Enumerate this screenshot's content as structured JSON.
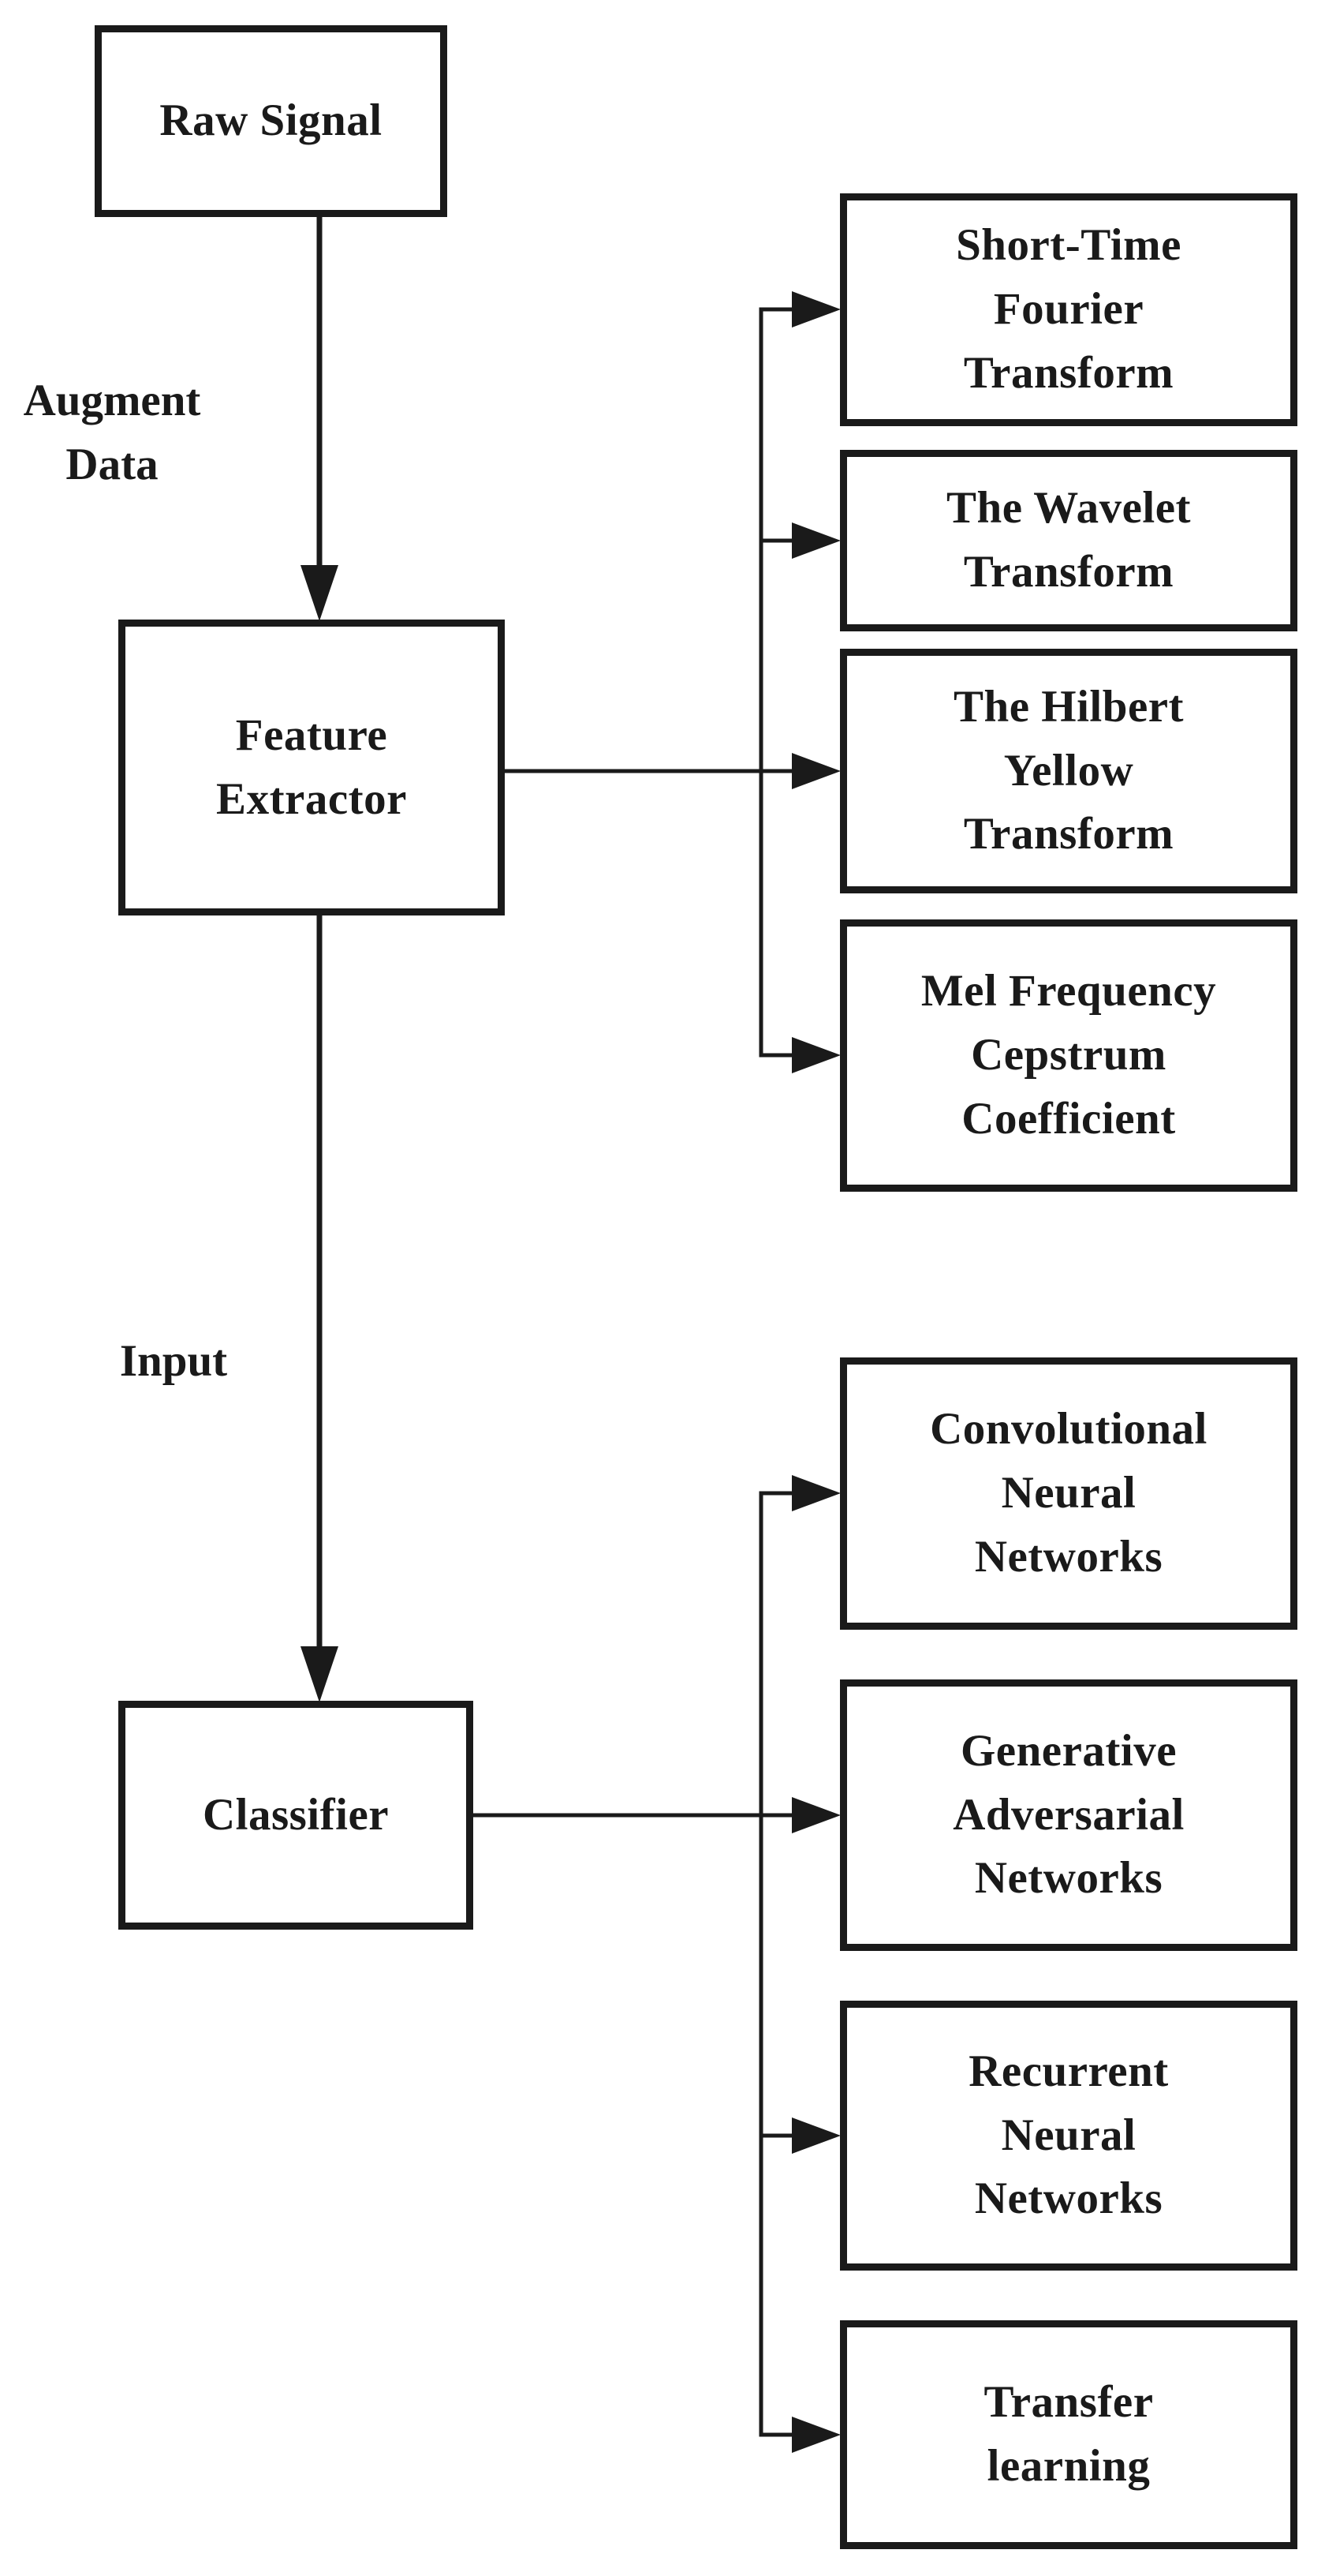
{
  "figure": {
    "colors": {
      "ink": "#1a1a1a",
      "paper": "#ffffff"
    },
    "nodes": {
      "raw_signal": "Raw Signal",
      "feature_extractor": "Feature\nExtractor",
      "classifier": "Classifier",
      "stft": "Short-Time\nFourier\nTransform",
      "wavelet": "The Wavelet\nTransform",
      "hilbert": "The Hilbert\nYellow\nTransform",
      "mel": "Mel Frequency\nCepstrum\nCoefficient",
      "cnn": "Convolutional\nNeural\nNetworks",
      "gan": "Generative\nAdversarial\nNetworks",
      "rnn": "Recurrent\nNeural\nNetworks",
      "transfer": "Transfer\nlearning"
    },
    "edge_labels": {
      "augment": "Augment\nData",
      "input": "Input"
    },
    "edges": [
      {
        "from": "Raw Signal",
        "to": "Feature Extractor",
        "label": "Augment Data"
      },
      {
        "from": "Feature Extractor",
        "to": "Short-Time Fourier Transform"
      },
      {
        "from": "Feature Extractor",
        "to": "The Wavelet Transform"
      },
      {
        "from": "Feature Extractor",
        "to": "The Hilbert Yellow Transform"
      },
      {
        "from": "Feature Extractor",
        "to": "Mel Frequency Cepstrum Coefficient"
      },
      {
        "from": "Feature Extractor",
        "to": "Classifier",
        "label": "Input"
      },
      {
        "from": "Classifier",
        "to": "Convolutional Neural Networks"
      },
      {
        "from": "Classifier",
        "to": "Generative Adversarial Networks"
      },
      {
        "from": "Classifier",
        "to": "Recurrent Neural Networks"
      },
      {
        "from": "Classifier",
        "to": "Transfer learning"
      }
    ]
  }
}
